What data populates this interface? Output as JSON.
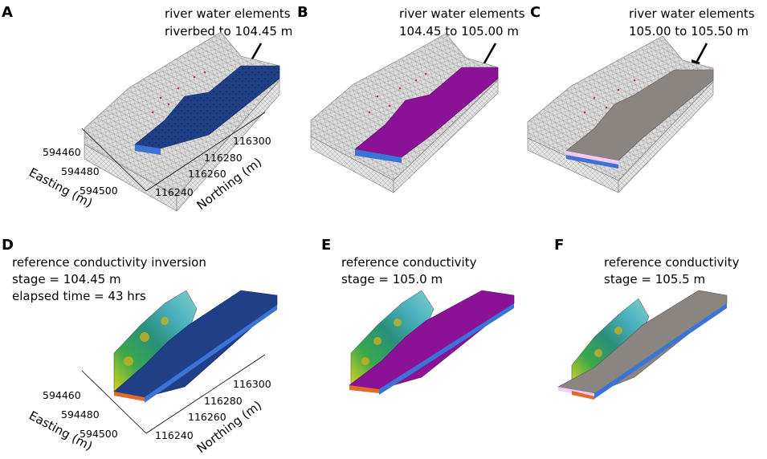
{
  "panels": [
    {
      "id": "A",
      "caption": [
        "river water elements",
        "riverbed to 104.45 m"
      ],
      "top": "blue"
    },
    {
      "id": "B",
      "caption": [
        "river water elements",
        "104.45 to 105.00 m"
      ],
      "top": "purple"
    },
    {
      "id": "C",
      "caption": [
        "river water elements",
        "105.00 to 105.50 m"
      ],
      "top": "gray"
    },
    {
      "id": "D",
      "caption": [
        "reference conductivity inversion",
        "stage = 104.45 m",
        "elapsed time = 43 hrs"
      ],
      "top": "blue"
    },
    {
      "id": "E",
      "caption": [
        "reference conductivity",
        "stage = 105.0 m"
      ],
      "top": "purple"
    },
    {
      "id": "F",
      "caption": [
        "reference conductivity",
        "stage = 105.5 m"
      ],
      "top": "gray"
    }
  ],
  "axes": {
    "easting_label": "Easting (m)",
    "northing_label": "Northing (m)",
    "easting_ticks": [
      "594460",
      "594480",
      "594500"
    ],
    "northing_ticks": [
      "116240",
      "116260",
      "116280",
      "116300"
    ]
  },
  "colors": {
    "river_blue": "#1f3f86",
    "river_purple": "#8b1196",
    "river_gray": "#8a8581",
    "mesh_gray": "#cfcfcf",
    "blue_edge": "#3b73d6"
  }
}
